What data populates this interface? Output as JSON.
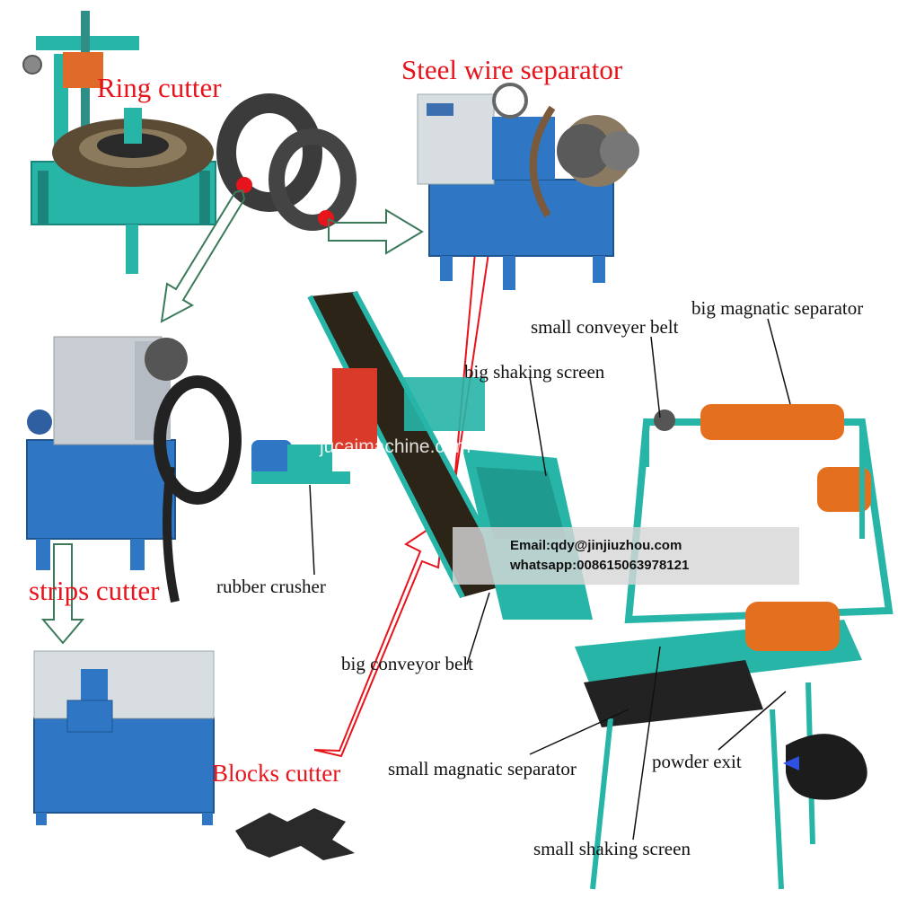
{
  "labels": {
    "ring_cutter": "Ring cutter",
    "steel_wire_separator": "Steel wire separator",
    "strips_cutter": "strips cutter",
    "blocks_cutter": "Blocks cutter",
    "rubber_crusher": "rubber crusher",
    "big_shaking_screen": "big shaking screen",
    "small_conveyer_belt": "small conveyer belt",
    "big_magnatic_separator": "big magnatic separator",
    "big_conveyor_belt": "big conveyor belt",
    "small_magnatic_separator": "small magnatic separator",
    "powder_exit": "powder exit",
    "small_shaking_screen": "small shaking screen"
  },
  "watermark": "jucaimachine.com",
  "contact": {
    "email": "Email:qdy@jinjiuzhou.com",
    "whatsapp": "whatsapp:008615063978121"
  },
  "colors": {
    "label_red": "#e8141c",
    "machine_teal": "#27b5a8",
    "machine_blue": "#2f76c4",
    "machine_gray": "#c9ced4",
    "rubber_black": "#2a2a2a",
    "belt_orange": "#e4701f",
    "arrow_green": "#3a7a5a"
  }
}
